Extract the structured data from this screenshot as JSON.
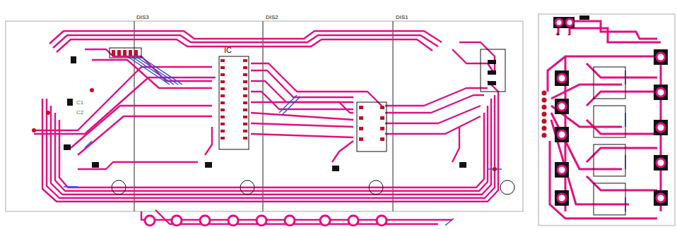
{
  "diagram": {
    "labels": [
      "DIS3",
      "DIS2",
      "DIS1",
      "IC",
      "C1",
      "C2",
      "+",
      "-"
    ]
  }
}
